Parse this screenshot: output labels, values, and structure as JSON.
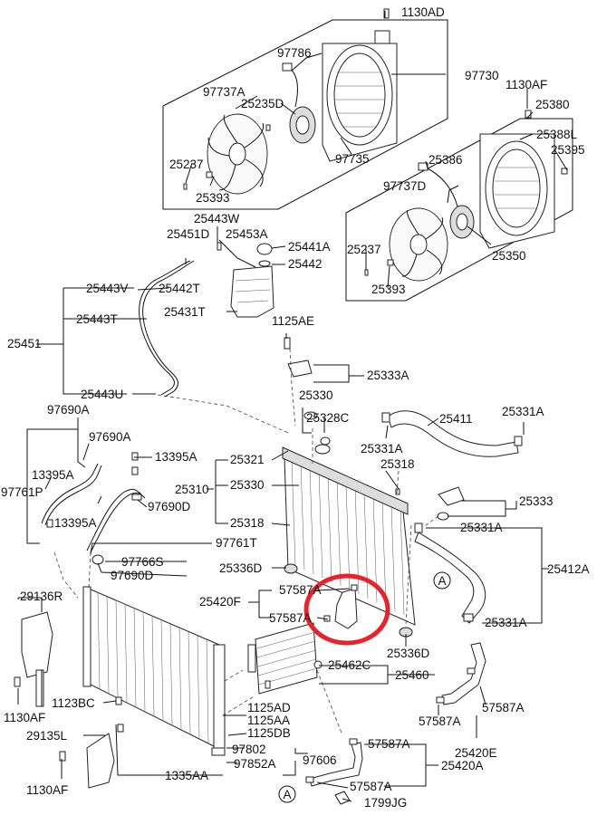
{
  "highlight_color": "#e8232b",
  "callout_circle_letter": "A",
  "labels": {
    "p1130AD": "1130AD",
    "p97786": "97786",
    "p97730": "97730",
    "p97737A_1": "97737A",
    "p25235D": "25235D",
    "p1130AF_1": "1130AF",
    "p25380": "25380",
    "p25388L": "25388L",
    "p25395": "25395",
    "p25237_1": "25237",
    "p97735": "97735",
    "p25386": "25386",
    "p25393_1": "25393",
    "p97737D": "97737D",
    "p25237_2": "25237",
    "p25350": "25350",
    "p25393_2": "25393",
    "p25443W": "25443W",
    "p25451D": "25451D",
    "p25453A": "25453A",
    "p25441A": "25441A",
    "p25442": "25442",
    "p25443V": "25443V",
    "p25442T": "25442T",
    "p25431T": "25431T",
    "p1125AE": "1125AE",
    "p25443T": "25443T",
    "p25451": "25451",
    "p25333A": "25333A",
    "p25443U": "25443U",
    "p25330_1": "25330",
    "p25328C": "25328C",
    "p25411": "25411",
    "p25331A_1": "25331A",
    "p97690A_1": "97690A",
    "p97690A_2": "97690A",
    "p25331A_2": "25331A",
    "p13395A_1": "13395A",
    "p25321": "25321",
    "p25318_1": "25318",
    "p13395A_2": "13395A",
    "p25310": "25310",
    "p25330_2": "25330",
    "p97761P": "97761P",
    "p97690D_1": "97690D",
    "p25333": "25333",
    "p13395A_3": "13395A",
    "p25318_2": "25318",
    "p25331A_3": "25331A",
    "p97761T": "97761T",
    "p97766S": "97766S",
    "p97690D_2": "97690D",
    "p25336D_1": "25336D",
    "p25412A": "25412A",
    "p29136R": "29136R",
    "p57587A_1": "57587A",
    "p25420F": "25420F",
    "p57587A_2": "57587A",
    "p25331A_4": "25331A",
    "p25336D_2": "25336D",
    "p25462C": "25462C",
    "p25460": "25460",
    "p1130AF_2": "1130AF",
    "p1123BC": "1123BC",
    "p1125AD": "1125AD",
    "p1125AA": "1125AA",
    "p57587A_3": "57587A",
    "p57587A_4": "57587A",
    "p29135L": "29135L",
    "p1125DB": "1125DB",
    "p97802": "97802",
    "p97606": "97606",
    "p57587A_5": "57587A",
    "p25420E": "25420E",
    "p25420A": "25420A",
    "p97852A": "97852A",
    "p1335AA": "1335AA",
    "p1130AF_3": "1130AF",
    "p57587A_6": "57587A",
    "p1799JG": "1799JG"
  }
}
